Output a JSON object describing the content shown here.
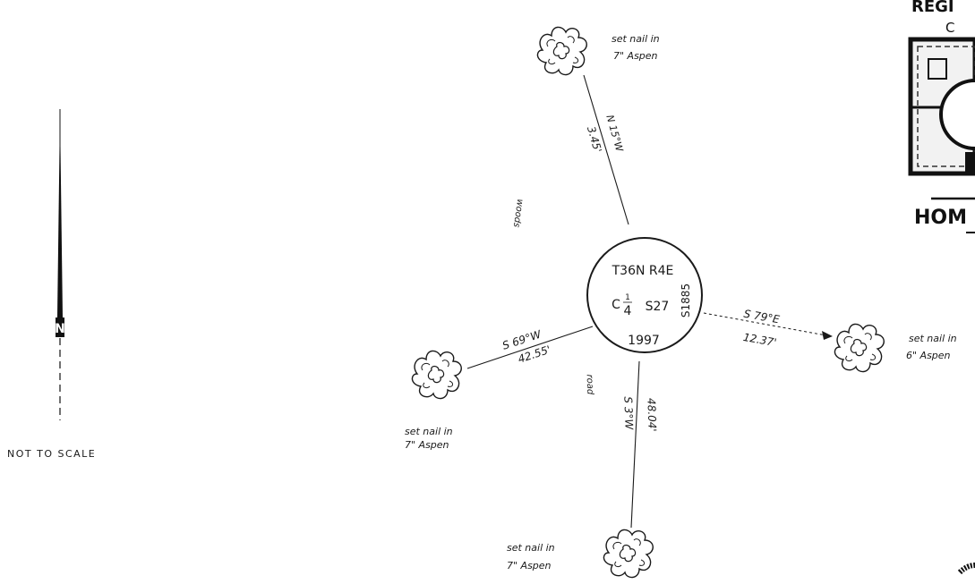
{
  "scale_note": "NOT TO SCALE",
  "north_arrow": {
    "label": "N"
  },
  "monument": {
    "township_range": "T36N R4E",
    "corner_letter": "C",
    "corner_num": "1",
    "corner_den": "4",
    "section": "S27",
    "surveyor_number": "S1885",
    "year": "1997"
  },
  "area_labels": {
    "woods": "woods",
    "road": "road"
  },
  "bearing_trees": [
    {
      "id": "north",
      "bearing": "N 15°W",
      "distance": "3.45'",
      "note_line1": "set nail in",
      "note_line2": "7\" Aspen"
    },
    {
      "id": "east",
      "bearing": "S 79°E",
      "distance": "12.37'",
      "note_line1": "set nail in",
      "note_line2": "6\" Aspen"
    },
    {
      "id": "south",
      "bearing": "S 3°W",
      "distance": "48.04'",
      "note_line1": "set nail in",
      "note_line2": "7\" Aspen"
    },
    {
      "id": "west",
      "bearing": "S 69°W",
      "distance": "42.55'",
      "note_line1": "set nail in",
      "note_line2": "7\" Aspen"
    }
  ],
  "registration_seal": {
    "top_text": "REGI",
    "sub_text": "C",
    "bottom_text": "HOM"
  }
}
